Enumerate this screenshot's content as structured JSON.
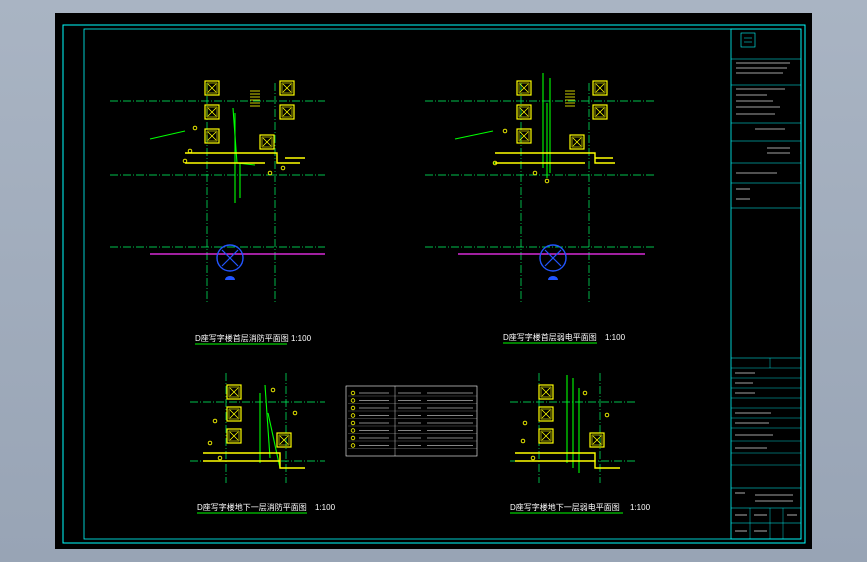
{
  "drawings": [
    {
      "title": "D座写字楼首层消防平面图",
      "scale": "1:100"
    },
    {
      "title": "D座写字楼首层弱电平面图",
      "scale": "1:100"
    },
    {
      "title": "D座写字楼地下一层消防平面图",
      "scale": "1:100"
    },
    {
      "title": "D座写字楼地下一层弱电平面图",
      "scale": "1:100"
    }
  ],
  "colors": {
    "frame": "#00ffff",
    "axis": "#00ff66",
    "equipment": "#ffff00",
    "wiring": "#00ff00",
    "magenta": "#ff33ff",
    "compass": "#2255ff",
    "background": "#000000",
    "outside": "#a4aebe"
  }
}
